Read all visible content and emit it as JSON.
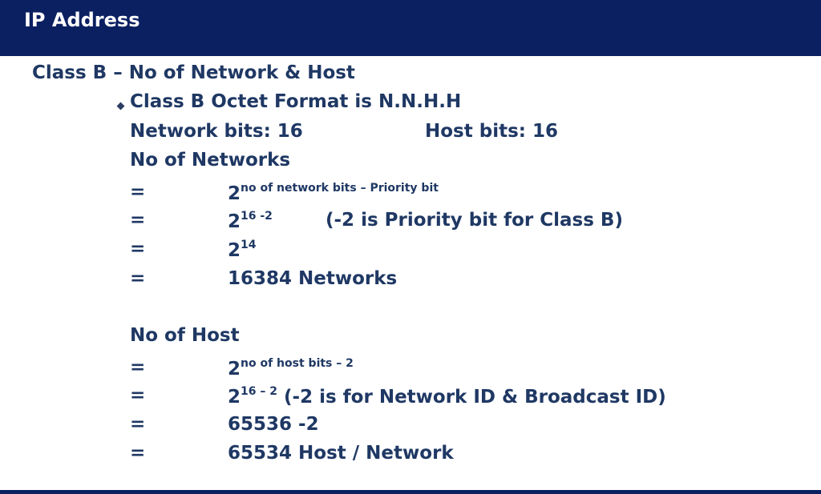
{
  "header": {
    "title": "IP Address"
  },
  "heading": "Class B – No of Network & Host",
  "octet_format": "Class B Octet Format is N.N.H.H",
  "network_bits": "Network bits: 16",
  "host_bits": "Host bits: 16",
  "networks": {
    "title": "No of Networks",
    "rows": [
      {
        "eq": "=",
        "base": "2",
        "exp": "no of network bits – Priority bit",
        "note": ""
      },
      {
        "eq": "=",
        "base": "2",
        "exp": "16 -2",
        "note": "(-2 is Priority bit for Class B)"
      },
      {
        "eq": "=",
        "base": "2",
        "exp": "14",
        "note": ""
      },
      {
        "eq": "=",
        "value": "16384 Networks"
      }
    ]
  },
  "hosts": {
    "title": "No of Host",
    "rows": [
      {
        "eq": "=",
        "base": "2",
        "exp": "no of host bits – 2"
      },
      {
        "eq": "=",
        "base": "2",
        "exp": "16 – 2",
        "note": "(-2 is for Network ID & Broadcast ID)"
      },
      {
        "eq": "=",
        "value": "65536 -2"
      },
      {
        "eq": "=",
        "value": "65534 Host / Network"
      }
    ]
  }
}
